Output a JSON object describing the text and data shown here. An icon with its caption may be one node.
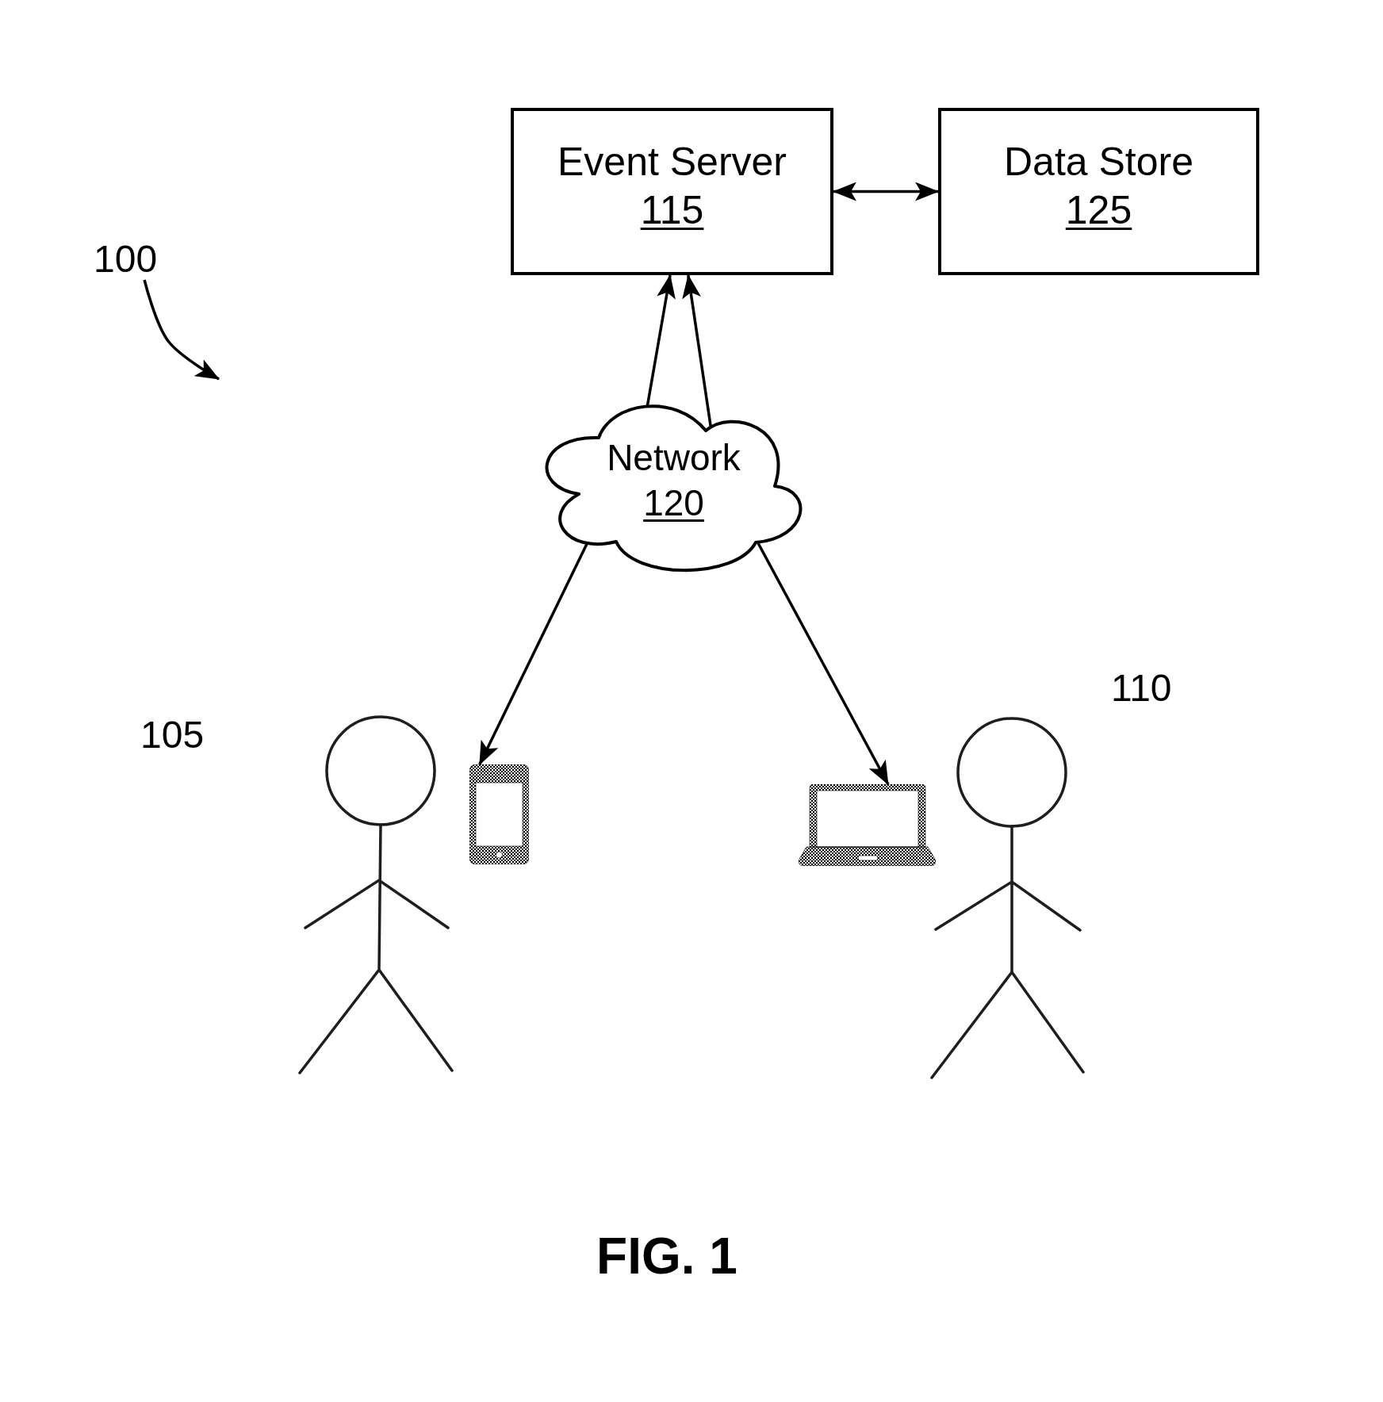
{
  "diagram": {
    "caption": "FIG. 1",
    "nodes": [
      {
        "text": [
          "Event Server",
          "115"
        ]
      },
      {
        "text": [
          "Data Store",
          "125"
        ]
      },
      {
        "text": [
          "100"
        ]
      },
      {
        "text": [
          "Network",
          "120"
        ]
      },
      {
        "text": [],
        "shape": "phone"
      },
      {
        "text": [],
        "shape": "laptop"
      }
    ],
    "edges": [
      {
        "from": 0,
        "to": 1,
        "arrow": "both"
      },
      {
        "from": 3,
        "to": 0,
        "arrow": "to"
      },
      {
        "from": 3,
        "to": 0,
        "arrow": "to"
      },
      {
        "from": 3,
        "to": 4,
        "arrow": "to"
      },
      {
        "from": 3,
        "to": 5,
        "arrow": "to"
      },
      {
        "from": 2,
        "to": null,
        "arrow": "to"
      }
    ],
    "labels": [
      "110",
      "105"
    ]
  }
}
